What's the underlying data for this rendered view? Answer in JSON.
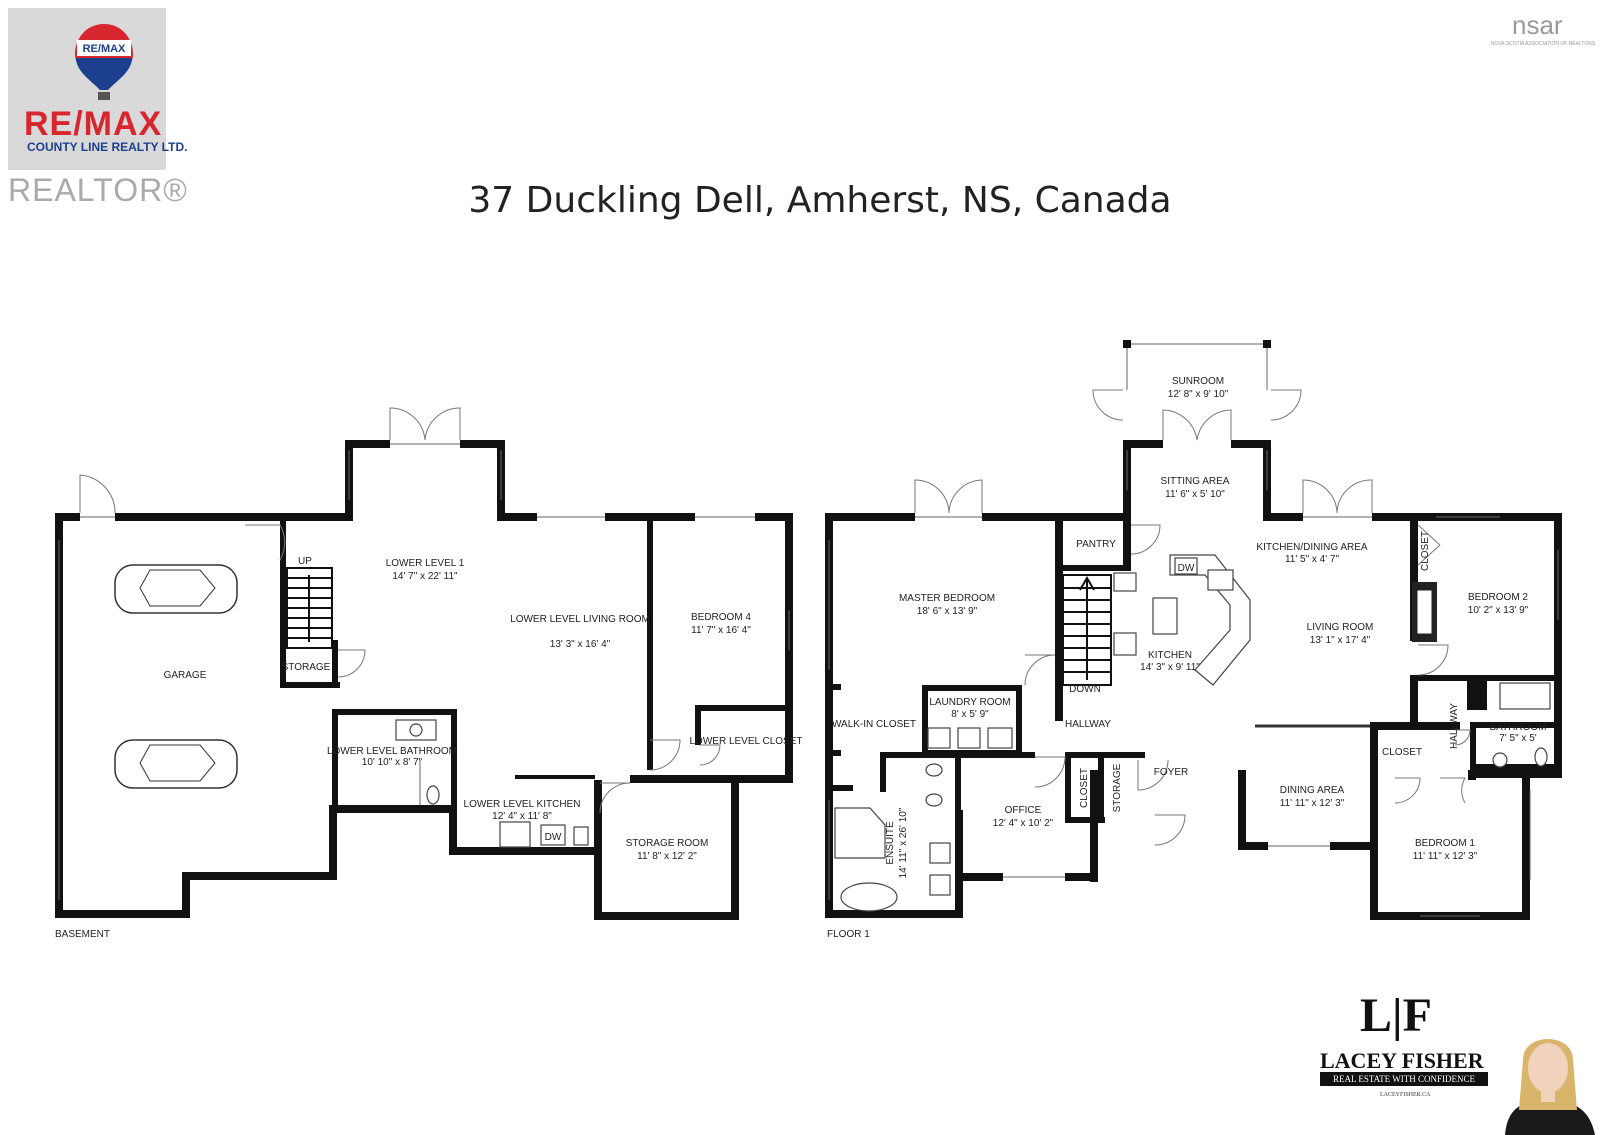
{
  "title": "37 Duckling Dell, Amherst, NS, Canada",
  "branding": {
    "remax_balloon_text": "RE/MAX",
    "remax_word": "RE/MAX",
    "remax_sub": "COUNTY LINE REALTY LTD.",
    "realtor": "REALTOR®",
    "nsar": "nsar",
    "nsar_sub": "NOVA SCOTIA ASSOCIATION OF REALTORS",
    "agent_monogram": "L|F",
    "agent_name": "LACEY FISHER",
    "agent_tagline": "REAL ESTATE WITH CONFIDENCE",
    "agent_url": "LACEYFISHER.CA",
    "remax_red": "#d8262f",
    "remax_blue": "#1d3f8f"
  },
  "basement": {
    "floor_label": "BASEMENT",
    "up_label": "UP",
    "rooms": [
      {
        "name": "GARAGE",
        "dim": ""
      },
      {
        "name": "LOWER LEVEL 1",
        "dim": "14' 7\" x 22' 11\""
      },
      {
        "name": "LOWER LEVEL LIVING ROOM",
        "dim": "13' 3\" x 16' 4\""
      },
      {
        "name": "BEDROOM 4",
        "dim": "11' 7\" x 16' 4\""
      },
      {
        "name": "STORAGE",
        "dim": ""
      },
      {
        "name": "LOWER LEVEL BATHROOM",
        "dim": "10' 10\" x 8' 7\""
      },
      {
        "name": "LOWER LEVEL KITCHEN",
        "dim": "12' 4\" x 11' 8\""
      },
      {
        "name": "LOWER LEVEL CLOSET",
        "dim": ""
      },
      {
        "name": "STORAGE ROOM",
        "dim": "11' 8\" x 12' 2\""
      }
    ],
    "appliance": "DW"
  },
  "floor1": {
    "floor_label": "FLOOR 1",
    "down_label": "DOWN",
    "rooms": [
      {
        "name": "SUNROOM",
        "dim": "12' 8\" x 9' 10\""
      },
      {
        "name": "SITTING AREA",
        "dim": "11' 6\" x 5' 10\""
      },
      {
        "name": "KITCHEN/DINING AREA",
        "dim": "11' 5\" x 4' 7\""
      },
      {
        "name": "MASTER BEDROOM",
        "dim": "18' 6\" x 13' 9\""
      },
      {
        "name": "PANTRY",
        "dim": ""
      },
      {
        "name": "KITCHEN",
        "dim": "14' 3\" x 9' 11\""
      },
      {
        "name": "LIVING ROOM",
        "dim": "13' 1\" x 17' 4\""
      },
      {
        "name": "BEDROOM 2",
        "dim": "10' 2\" x 13' 9\""
      },
      {
        "name": "CLOSET",
        "dim": ""
      },
      {
        "name": "LAUNDRY ROOM",
        "dim": "8' x 5' 9\""
      },
      {
        "name": "WALK-IN CLOSET",
        "dim": ""
      },
      {
        "name": "HALLWAY",
        "dim": ""
      },
      {
        "name": "BATHROOM",
        "dim": "7' 5\" x 5'"
      },
      {
        "name": "CLOSET",
        "dim": ""
      },
      {
        "name": "HALLWAY",
        "dim": ""
      },
      {
        "name": "ENSUITE",
        "dim": "14' 11\" x 26' 10\""
      },
      {
        "name": "OFFICE",
        "dim": "12' 4\" x 10' 2\""
      },
      {
        "name": "CLOSET",
        "dim": ""
      },
      {
        "name": "STORAGE",
        "dim": ""
      },
      {
        "name": "FOYER",
        "dim": ""
      },
      {
        "name": "DINING AREA",
        "dim": "11' 11\" x 12' 3\""
      },
      {
        "name": "BEDROOM 1",
        "dim": "11' 11\" x 12' 3\""
      }
    ],
    "appliance": "DW"
  }
}
